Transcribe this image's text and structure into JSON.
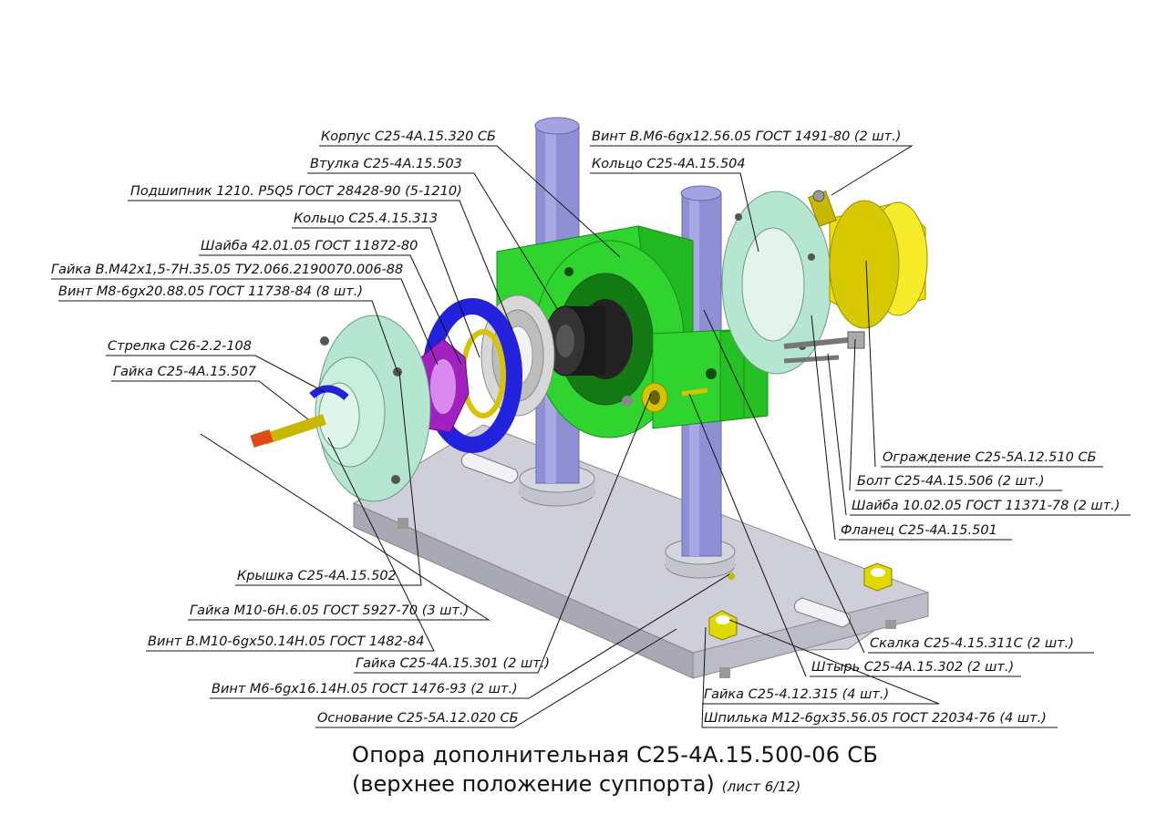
{
  "title": {
    "line1": "Опора дополнительная С25-4А.15.500-06 СБ",
    "line2": "(верхнее положение суппорта)",
    "sheet": "(лист 6/12)"
  },
  "labels_left": {
    "korpus": "Корпус С25-4А.15.320 СБ",
    "vtulka": "Втулка С25-4А.15.503",
    "podshipnik": "Подшипник 1210. Р5Q5 ГОСТ 28428-90 (5-1210)",
    "koltso1": "Кольцо С25.4.15.313",
    "shaiba1": "Шайба 42.01.05 ГОСТ 11872-80",
    "gaika1": "Гайка В.М42х1,5-7Н.35.05 ТУ2.066.2190070.006-88",
    "vint1": "Винт М8-6gх20.88.05 ГОСТ 11738-84 (8 шт.)",
    "strelka": "Стрелка С26-2.2-108",
    "gaika2": "Гайка С25-4А.15.507"
  },
  "labels_top_right": {
    "vint2": "Винт В.М6-6gх12.56.05 ГОСТ 1491-80 (2 шт.)",
    "koltso2": "Кольцо С25-4А.15.504"
  },
  "labels_right": {
    "ograzhdenie": "Ограждение С25-5А.12.510 СБ",
    "bolt": "Болт С25-4А.15.506 (2 шт.)",
    "shaiba2": "Шайба 10.02.05 ГОСТ 11371-78 (2 шт.)",
    "flanets": "Фланец С25-4А.15.501",
    "skalka": "Скалка С25-4.15.311С (2 шт.)",
    "shtyr": "Штырь С25-4А.15.302 (2 шт.)",
    "gaika3": "Гайка С25-4.12.315 (4 шт.)",
    "shpilka": "Шпилька М12-6gх35.56.05 ГОСТ 22034-76 (4 шт.)"
  },
  "labels_bottom_left": {
    "kryshka": "Крышка С25-4А.15.502",
    "gaika4": "Гайка М10-6Н.6.05 ГОСТ 5927-70 (3 шт.)",
    "vint3": "Винт В.М10-6gх50.14Н.05 ГОСТ 1482-84",
    "gaika5": "Гайка С25-4А.15.301 (2 шт.)",
    "vint4": "Винт М6-6gх16.14Н.05 ГОСТ 1476-93 (2 шт.)",
    "osnovanie": "Основание С25-5А.12.020 СБ"
  },
  "colors": {
    "base": "#c9c9d3",
    "rods": "#8f8fd6",
    "housing": "#2fd42f",
    "flange": "#b5e6cf",
    "guard": "#f0e000",
    "nut_ring": "#2222dd",
    "magenta_nut": "#a020c0",
    "bearing": "#d8d8d8",
    "bushing": "#202020",
    "gasket": "#a87a55",
    "brass": "#d6c400",
    "red_tip": "#e04a18"
  }
}
